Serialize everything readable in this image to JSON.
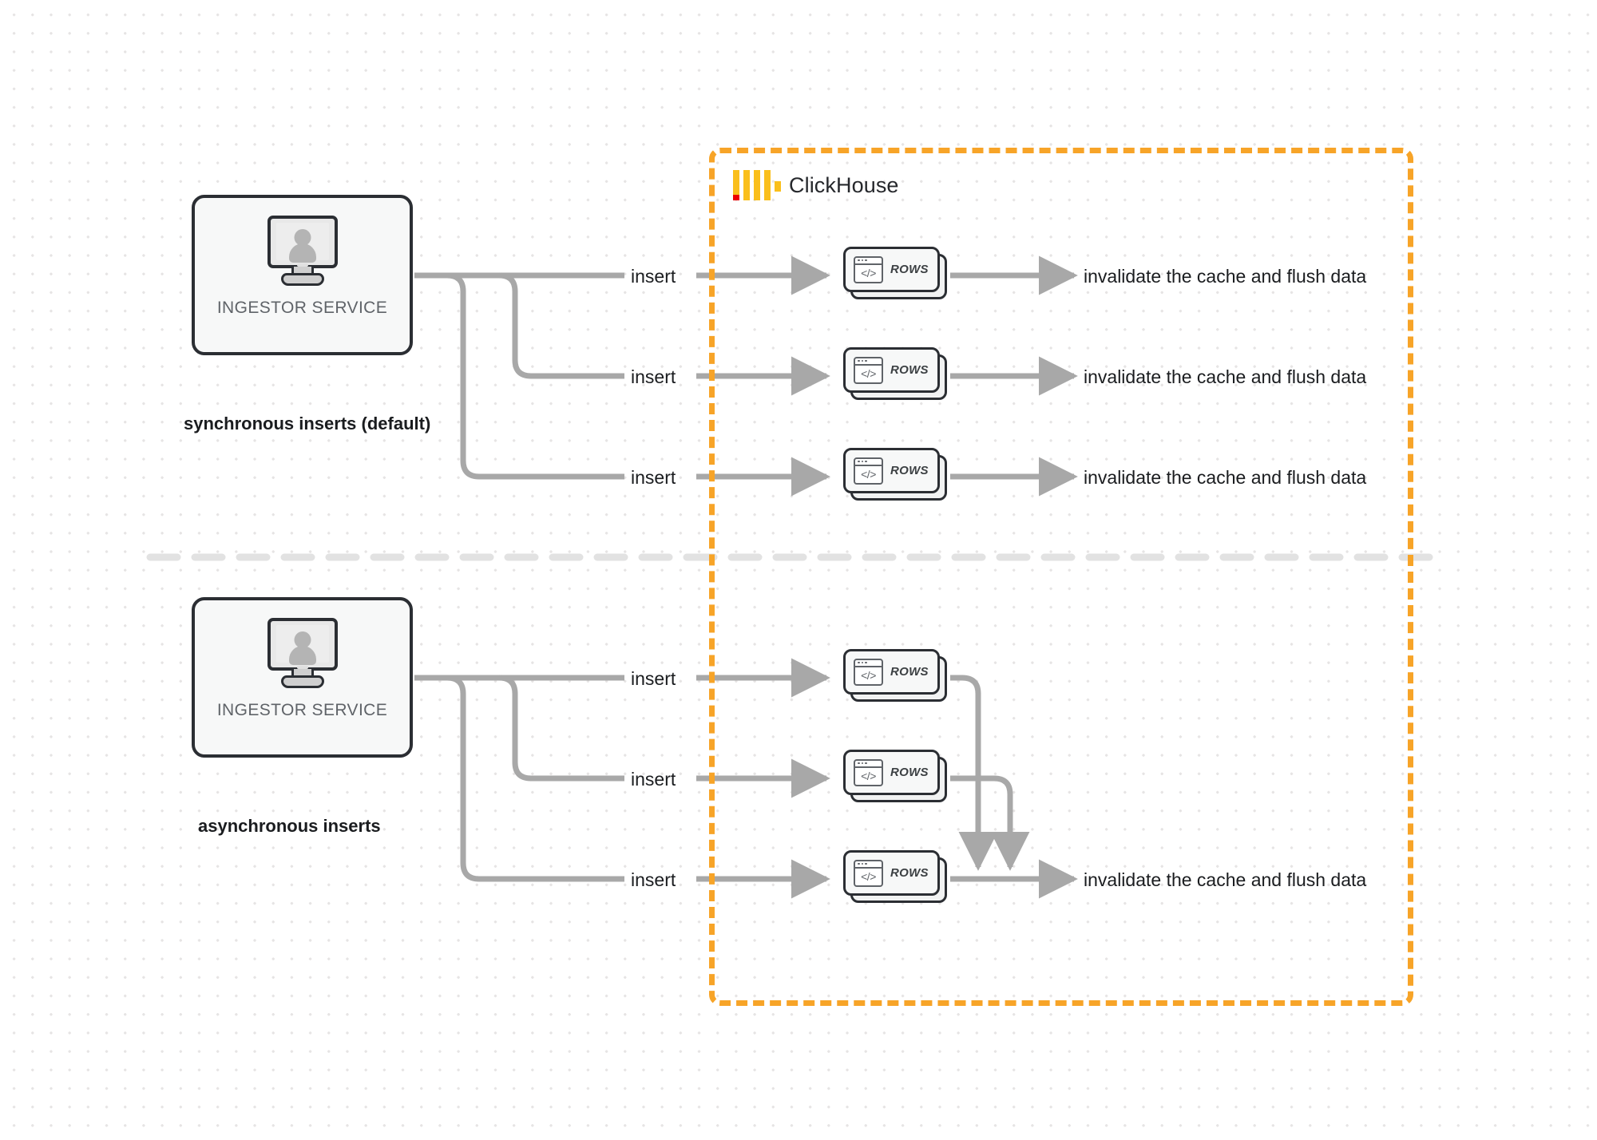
{
  "diagram": {
    "title": "ClickHouse synchronous vs asynchronous inserts",
    "background": "#ffffff",
    "dot_grid_color": "#e6e4e4"
  },
  "clickhouse_boundary": {
    "brand_label": "ClickHouse",
    "border_color": "#f7a428",
    "border_style": "dashed",
    "logo": {
      "name": "clickhouse-logo",
      "bar_color": "#fabf1c",
      "accent_color": "#ec0000",
      "bars": 4
    }
  },
  "sections": [
    {
      "id": "synchronous",
      "caption": "synchronous inserts (default)",
      "service": {
        "label": "INGESTOR SERVICE",
        "icon": "monitor-user-icon"
      },
      "rows": [
        {
          "insert_label": "insert",
          "card_label": "ROWS",
          "card_icon": "code-window-icon",
          "result_label": "invalidate the cache and flush data"
        },
        {
          "insert_label": "insert",
          "card_label": "ROWS",
          "card_icon": "code-window-icon",
          "result_label": "invalidate the cache and flush data"
        },
        {
          "insert_label": "insert",
          "card_label": "ROWS",
          "card_icon": "code-window-icon",
          "result_label": "invalidate the cache and flush data"
        }
      ]
    },
    {
      "id": "asynchronous",
      "caption": "asynchronous inserts",
      "service": {
        "label": "INGESTOR SERVICE",
        "icon": "monitor-user-icon"
      },
      "rows": [
        {
          "insert_label": "insert",
          "card_label": "ROWS",
          "card_icon": "code-window-icon"
        },
        {
          "insert_label": "insert",
          "card_label": "ROWS",
          "card_icon": "code-window-icon"
        },
        {
          "insert_label": "insert",
          "card_label": "ROWS",
          "card_icon": "code-window-icon"
        }
      ],
      "merged_result_label": "invalidate the cache and flush data"
    }
  ],
  "colors": {
    "wire": "#a8a8a8",
    "node_border": "#2b2e33",
    "node_fill": "#f7f8f8",
    "divider": "#e2e2e2",
    "text": "#1a1c1f",
    "muted_text": "#5f6368"
  }
}
